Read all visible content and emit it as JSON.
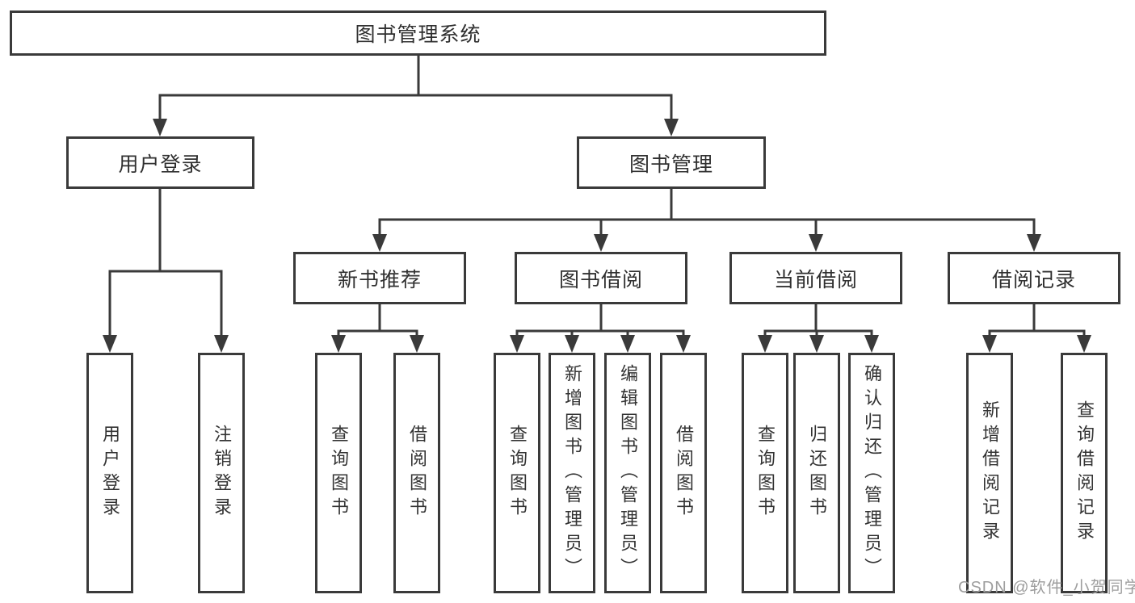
{
  "diagram": {
    "root": {
      "label": "图书管理系统"
    },
    "level2": [
      {
        "label": "用户登录"
      },
      {
        "label": "图书管理"
      }
    ],
    "level3": [
      {
        "label": "新书推荐"
      },
      {
        "label": "图书借阅"
      },
      {
        "label": "当前借阅"
      },
      {
        "label": "借阅记录"
      }
    ],
    "leaves": [
      {
        "label": "用户登录"
      },
      {
        "label": "注销登录"
      },
      {
        "label": "查询图书"
      },
      {
        "label": "借阅图书"
      },
      {
        "label": "查询图书"
      },
      {
        "label": "新增图书（管理员）"
      },
      {
        "label": "编辑图书（管理员）"
      },
      {
        "label": "借阅图书"
      },
      {
        "label": "查询图书"
      },
      {
        "label": "归还图书"
      },
      {
        "label": "确认归还（管理员）"
      },
      {
        "label": "新增借阅记录"
      },
      {
        "label": "查询借阅记录"
      }
    ]
  },
  "watermark": {
    "text": "CSDN @软件_小贺同学"
  },
  "colors": {
    "line": "#3a3a3a",
    "box_border": "#3a3a3a",
    "text": "#303030",
    "watermark": "#9e9e9e",
    "background": "#ffffff"
  }
}
